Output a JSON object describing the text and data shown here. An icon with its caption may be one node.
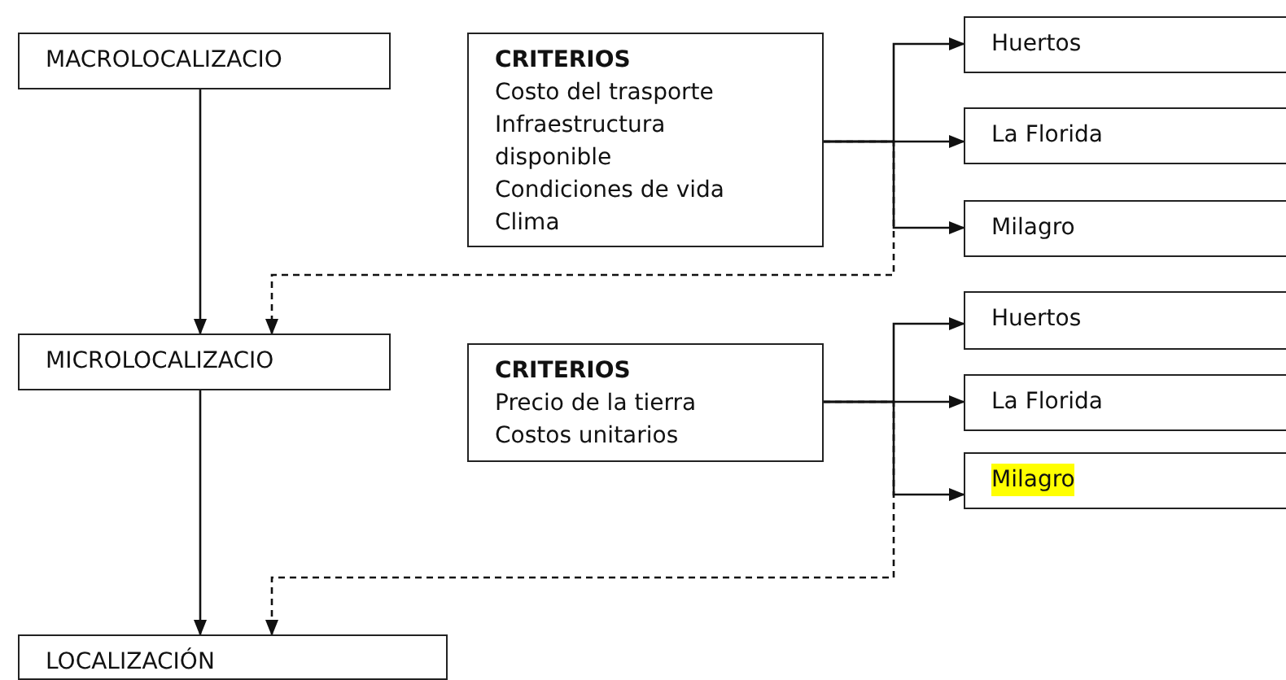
{
  "diagram": {
    "nodes": [
      {
        "text": [
          "MACROLOCALIZACIO"
        ]
      },
      {
        "text": [
          "CRITERIOS",
          "Costo del trasporte",
          "Infraestructura disponible",
          "Condiciones de vida",
          "Clima"
        ]
      },
      {
        "text": [
          "Huertos"
        ]
      },
      {
        "text": [
          "La Florida"
        ]
      },
      {
        "text": [
          "Milagro"
        ]
      },
      {
        "text": [
          "MICROLOCALIZACIO"
        ]
      },
      {
        "text": [
          "CRITERIOS",
          "Precio de la tierra",
          "Costos unitarios"
        ]
      },
      {
        "text": [
          "Huertos"
        ]
      },
      {
        "text": [
          "La Florida"
        ]
      },
      {
        "text": [
          "Milagro"
        ]
      },
      {
        "text": [
          "LOCALIZACIÓN"
        ]
      }
    ],
    "edges": [
      {
        "from": 0,
        "to": 5,
        "arrow": "to"
      },
      {
        "from": 1,
        "to": 2,
        "arrow": "to"
      },
      {
        "from": 1,
        "to": 3,
        "arrow": "to"
      },
      {
        "from": 1,
        "to": 4,
        "arrow": "to"
      },
      {
        "from": 1,
        "to": 5,
        "arrow": "to",
        "style": "dashed"
      },
      {
        "from": 5,
        "to": 10,
        "arrow": "to"
      },
      {
        "from": 6,
        "to": 7,
        "arrow": "to"
      },
      {
        "from": 6,
        "to": 8,
        "arrow": "to"
      },
      {
        "from": 6,
        "to": 9,
        "arrow": "to"
      },
      {
        "from": 6,
        "to": 10,
        "arrow": "to",
        "style": "dashed"
      }
    ]
  }
}
